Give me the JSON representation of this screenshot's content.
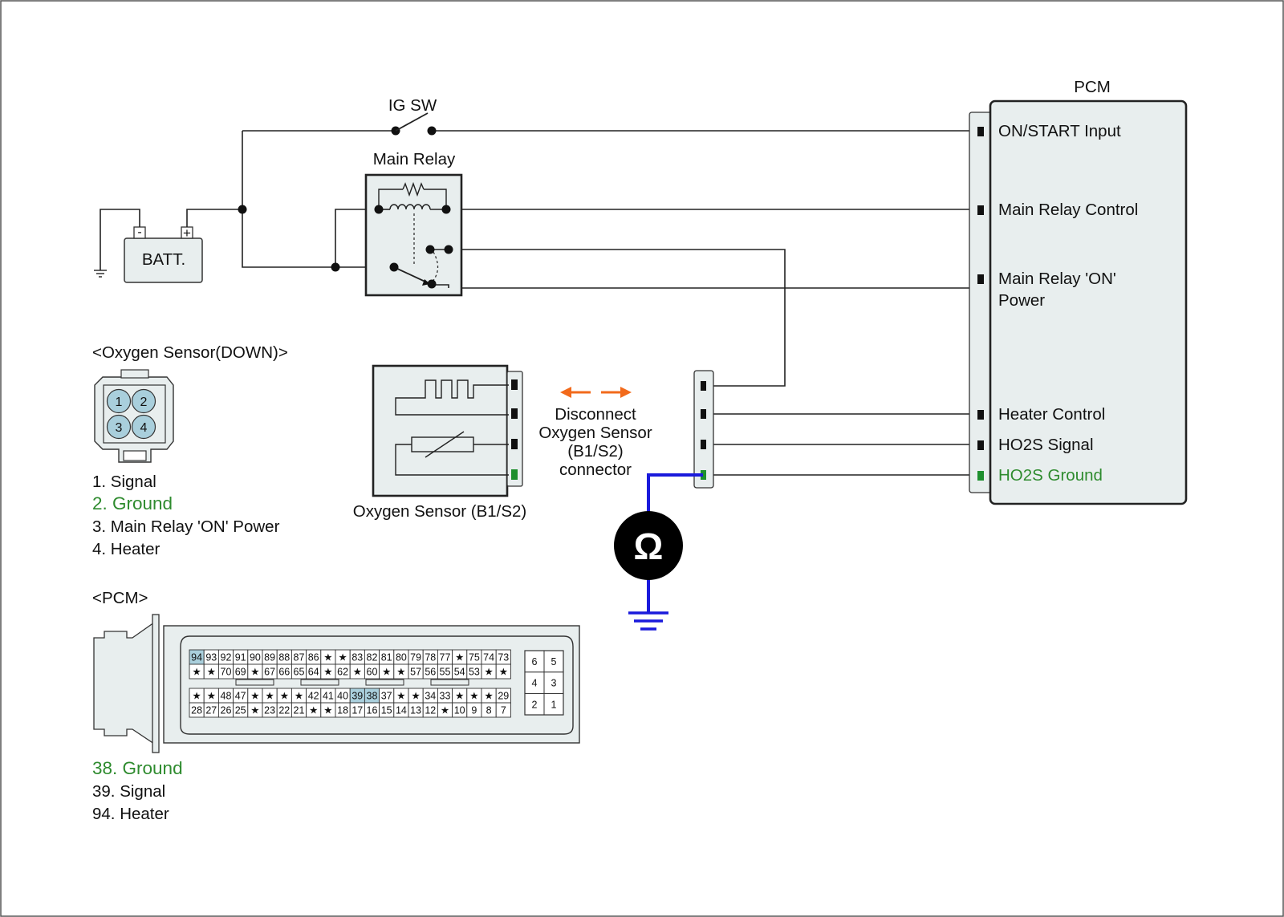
{
  "labels": {
    "ig_sw": "IG SW",
    "main_relay": "Main Relay",
    "batt": "BATT.",
    "batt_minus": "-",
    "batt_plus": "+",
    "pcm_title": "PCM",
    "disconnect": [
      "Disconnect",
      "Oxygen Sensor",
      "(B1/S2)",
      "connector"
    ],
    "oxygen_sensor": "Oxygen Sensor (B1/S2)",
    "ohm_symbol": "Ω"
  },
  "pcm_terminals": [
    {
      "lines": [
        "ON/START Input"
      ],
      "color": "#111111"
    },
    {
      "lines": [
        "Main Relay Control"
      ],
      "color": "#111111"
    },
    {
      "lines": [
        "Main Relay 'ON'",
        "Power"
      ],
      "color": "#111111"
    },
    {
      "lines": [
        "Heater Control"
      ],
      "color": "#111111"
    },
    {
      "lines": [
        "HO2S  Signal"
      ],
      "color": "#111111"
    },
    {
      "lines": [
        "HO2S  Ground"
      ],
      "color": "#2e8b2e"
    }
  ],
  "o2_connector": {
    "title": "<Oxygen Sensor(DOWN)>",
    "pins": [
      "1",
      "2",
      "3",
      "4"
    ],
    "legend": [
      {
        "text": "1. Signal",
        "color": "#111111"
      },
      {
        "text": "2. Ground",
        "color": "#2e8b2e"
      },
      {
        "text": "3. Main Relay 'ON' Power",
        "color": "#111111"
      },
      {
        "text": "4. Heater",
        "color": "#111111"
      }
    ]
  },
  "pcm_connector": {
    "title": "<PCM>",
    "rows": [
      [
        "94",
        "93",
        "92",
        "91",
        "90",
        "89",
        "88",
        "87",
        "86",
        "★",
        "★",
        "83",
        "82",
        "81",
        "80",
        "79",
        "78",
        "77",
        "★",
        "75",
        "74",
        "73"
      ],
      [
        "★",
        "★",
        "70",
        "69",
        "★",
        "67",
        "66",
        "65",
        "64",
        "★",
        "62",
        "★",
        "60",
        "★",
        "★",
        "57",
        "56",
        "55",
        "54",
        "53",
        "★",
        "★"
      ],
      [
        "★",
        "★",
        "48",
        "47",
        "★",
        "★",
        "★",
        "★",
        "42",
        "41",
        "40",
        "39",
        "38",
        "37",
        "★",
        "★",
        "34",
        "33",
        "★",
        "★",
        "★",
        "29"
      ],
      [
        "28",
        "27",
        "26",
        "25",
        "★",
        "23",
        "22",
        "21",
        "★",
        "★",
        "18",
        "17",
        "16",
        "15",
        "14",
        "13",
        "12",
        "★",
        "10",
        "9",
        "8",
        "7"
      ]
    ],
    "side_block": [
      [
        "6",
        "5"
      ],
      [
        "4",
        "3"
      ],
      [
        "2",
        "1"
      ]
    ],
    "highlight": [
      "94",
      "39",
      "38"
    ],
    "legend": [
      {
        "text": "38. Ground",
        "color": "#2e8b2e"
      },
      {
        "text": "39. Signal",
        "color": "#111111"
      },
      {
        "text": "94. Heater",
        "color": "#111111"
      }
    ]
  },
  "colors": {
    "ground_wire": "#1a1adc",
    "arrows": "#f26a1b",
    "pin_highlight": "#a9cfdc",
    "ground_pin": "#1e8f2e",
    "component_fill": "#e8eeee"
  }
}
